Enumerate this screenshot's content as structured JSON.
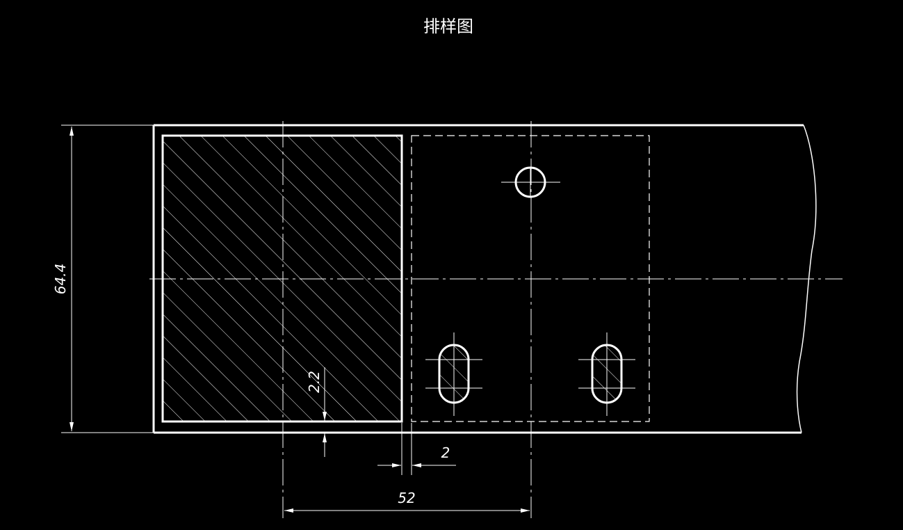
{
  "drawing": {
    "title": "排样图",
    "dimensions": {
      "strip_width": "64.4",
      "pitch": "52",
      "side_gap": "2",
      "edge_margin": "2.2"
    }
  },
  "colors": {
    "background": "#000000",
    "line": "#ffffff"
  }
}
